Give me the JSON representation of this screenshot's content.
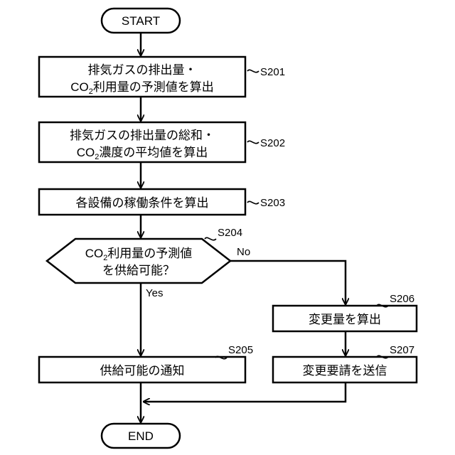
{
  "start": "START",
  "end": "END",
  "steps": {
    "s201": {
      "tag": "S201",
      "line1": "排気ガスの排出量・",
      "line2_pre": "CO",
      "line2_sub": "2",
      "line2_post": "利用量の予測値を算出"
    },
    "s202": {
      "tag": "S202",
      "line1": "排気ガスの排出量の総和・",
      "line2_pre": "CO",
      "line2_sub": "2",
      "line2_post": "濃度の平均値を算出"
    },
    "s203": {
      "tag": "S203",
      "text": "各設備の稼働条件を算出"
    },
    "s204": {
      "tag": "S204",
      "line1_pre": "CO",
      "line1_sub": "2",
      "line1_post": "利用量の予測値",
      "line2": "を供給可能？",
      "yes": "Yes",
      "no": "No"
    },
    "s205": {
      "tag": "S205",
      "text": "供給可能の通知"
    },
    "s206": {
      "tag": "S206",
      "text": "変更量を算出"
    },
    "s207": {
      "tag": "S207",
      "text": "変更要請を送信"
    }
  }
}
